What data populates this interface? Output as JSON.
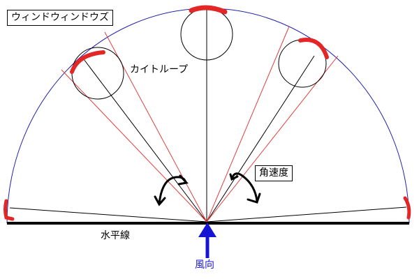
{
  "labels": {
    "title": "ウィンドウィンドウズ",
    "kite_loop": "カイトループ",
    "angular_velocity": "角速度",
    "horizon": "水平線",
    "wind_direction": "風向"
  },
  "colors": {
    "arc": "#2222aa",
    "kite_path": "#e32626",
    "guide_lines": "#e04040",
    "arrow": "#1414d2",
    "ink": "#000000"
  }
}
